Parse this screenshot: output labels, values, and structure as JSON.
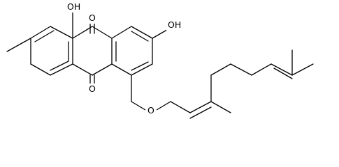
{
  "molecule": {
    "labels": {
      "oh_top": "OH",
      "o_upper_carbonyl": "O",
      "oh_right": "OH",
      "o_lower_carbonyl": "O",
      "o_ether": "O"
    },
    "colors": {
      "ink": "#000000",
      "background": "#ffffff"
    }
  }
}
